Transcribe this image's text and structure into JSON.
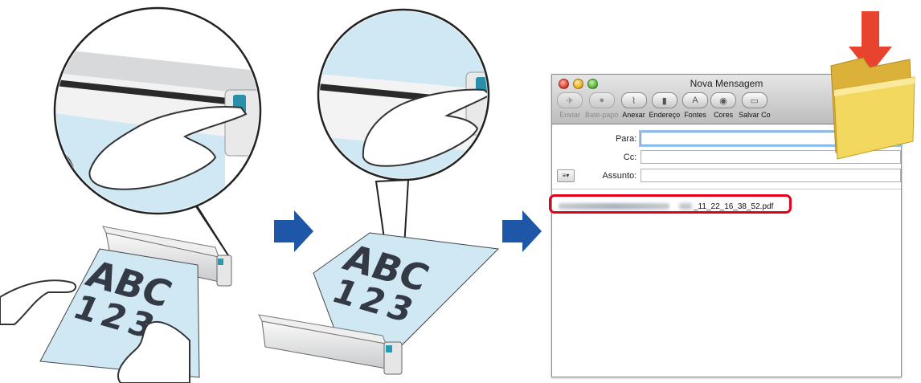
{
  "window": {
    "title": "Nova Mensagem"
  },
  "toolbar": {
    "items": [
      {
        "label": "Enviar",
        "icon": "send-icon",
        "enabled": false
      },
      {
        "label": "Bate-papo",
        "icon": "chat-icon",
        "enabled": false
      },
      {
        "label": "Anexar",
        "icon": "paperclip-icon",
        "enabled": true
      },
      {
        "label": "Endereço",
        "icon": "address-book-icon",
        "enabled": true
      },
      {
        "label": "Fontes",
        "icon": "fonts-icon",
        "enabled": true
      },
      {
        "label": "Cores",
        "icon": "color-wheel-icon",
        "enabled": true
      },
      {
        "label": "Salvar Co",
        "icon": "save-draft-icon",
        "enabled": true
      }
    ]
  },
  "fields": {
    "to_label": "Para:",
    "cc_label": "Cc:",
    "subject_label": "Assunto:",
    "to_value": "",
    "cc_value": "",
    "subject_value": ""
  },
  "attachment": {
    "filename": "_11_22_16_38_52.pdf"
  },
  "paper": {
    "line1": "ABC",
    "line2": "123"
  },
  "colors": {
    "arrow_blue": "#1f57a8",
    "paper": "#cfe8f3",
    "highlight": "#e2001a",
    "folder_arrow": "#e8432e",
    "folder": "#f3d860"
  }
}
